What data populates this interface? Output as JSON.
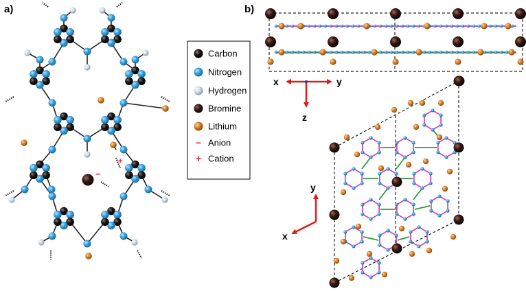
{
  "panels": {
    "a_label": "a)",
    "b_label": "b)"
  },
  "legend": {
    "items": [
      {
        "key": "carbon",
        "label": "Carbon",
        "kind": "atom",
        "color": "#1a1210"
      },
      {
        "key": "nitrogen",
        "label": "Nitrogen",
        "kind": "atom",
        "color": "#3aa0dc"
      },
      {
        "key": "hydrogen",
        "label": "Hydrogen",
        "kind": "atom",
        "color": "#c8d3dc"
      },
      {
        "key": "bromine",
        "label": "Bromine",
        "kind": "atom",
        "color": "#2a1410"
      },
      {
        "key": "lithium",
        "label": "Lithium",
        "kind": "atom",
        "color": "#d8822a"
      },
      {
        "key": "anion",
        "label": "Anion",
        "kind": "sign",
        "sign": "−",
        "color": "#e0202a"
      },
      {
        "key": "cation",
        "label": "Cation",
        "kind": "sign",
        "sign": "+",
        "color": "#e0202a"
      }
    ]
  },
  "axes": {
    "side_view": {
      "x": "x",
      "y": "y",
      "z": "z"
    },
    "top_view": {
      "x": "x",
      "y": "y"
    }
  },
  "colors": {
    "axis_arrow": "#e01a1a",
    "bond_magenta": "#e040c0",
    "bond_green": "#2c9a3a",
    "cell_edge": "#222222"
  }
}
